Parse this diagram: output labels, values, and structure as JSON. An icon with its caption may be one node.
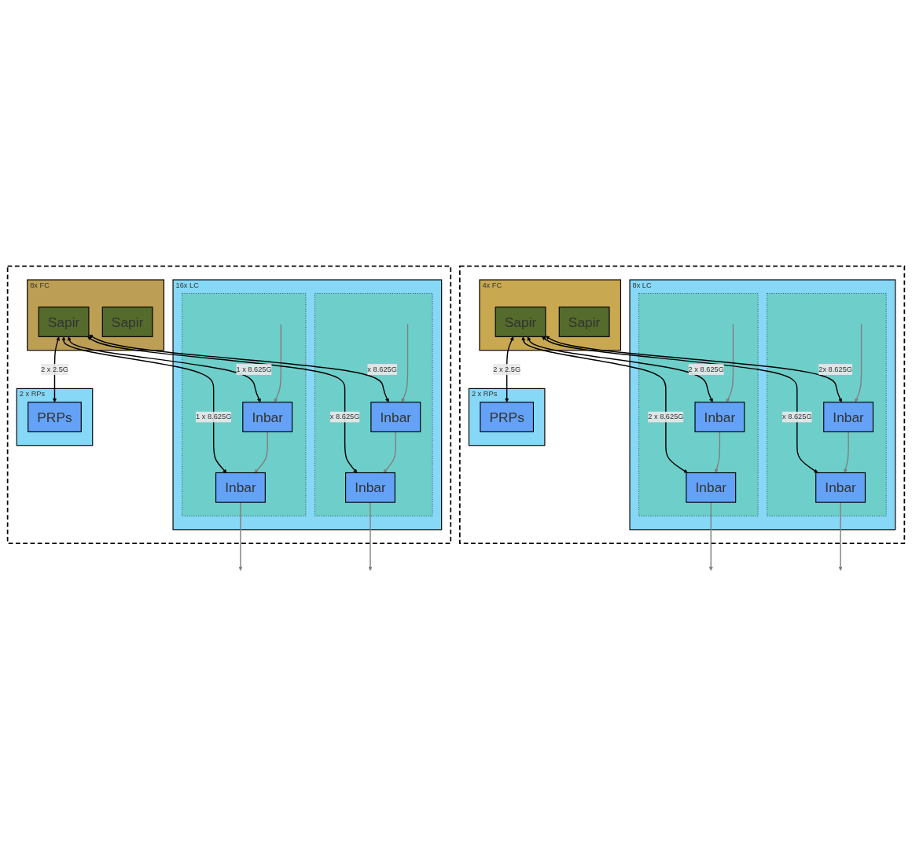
{
  "diagram": {
    "nodes": [
      {
        "text": [],
        "shape": "box"
      },
      {
        "text": [
          "16x LC"
        ],
        "in": 0
      },
      {
        "text": [],
        "shape": "box",
        "in": 1
      },
      {
        "text": [
          "Inbar"
        ],
        "in": 2
      },
      {
        "text": [
          "Inbar"
        ],
        "in": 2
      },
      {
        "text": [],
        "shape": "box",
        "in": 1
      },
      {
        "text": [
          "Inbar"
        ],
        "in": 5
      },
      {
        "text": [
          "Inbar"
        ],
        "in": 5
      },
      {
        "text": [
          "8x FC"
        ],
        "in": 0
      },
      {
        "text": [
          "Sapir"
        ],
        "in": 8
      },
      {
        "text": [
          "Sapir"
        ],
        "in": 8
      },
      {
        "text": [
          "2 x RPs"
        ],
        "in": 0
      },
      {
        "text": [
          "PRPs"
        ],
        "in": 11
      },
      {
        "text": [],
        "shape": "box"
      },
      {
        "text": [
          "8x LC"
        ],
        "in": 13
      },
      {
        "text": [],
        "shape": "box",
        "in": 14
      },
      {
        "text": [
          "Inbar"
        ],
        "in": 15
      },
      {
        "text": [
          "Inbar"
        ],
        "in": 15
      },
      {
        "text": [],
        "shape": "box",
        "in": 14
      },
      {
        "text": [
          "Inbar"
        ],
        "in": 18
      },
      {
        "text": [
          "Inbar"
        ],
        "in": 18
      },
      {
        "text": [
          "4x FC"
        ],
        "in": 13
      },
      {
        "text": [
          "Sapir"
        ],
        "in": 21
      },
      {
        "text": [
          "Sapir"
        ],
        "in": 21
      },
      {
        "text": [
          "2 x RPs"
        ],
        "in": 13
      },
      {
        "text": [
          "PRPs"
        ],
        "in": 24
      }
    ],
    "edges": [
      {
        "from": null,
        "to": 3,
        "arrow": "to",
        "color": "#808080"
      },
      {
        "from": 3,
        "to": 4,
        "arrow": "to",
        "color": "#808080"
      },
      {
        "from": 4,
        "to": null,
        "arrow": "to",
        "color": "#808080"
      },
      {
        "from": null,
        "to": 6,
        "arrow": "to",
        "color": "#808080"
      },
      {
        "from": 6,
        "to": 7,
        "arrow": "to",
        "color": "#808080"
      },
      {
        "from": 7,
        "to": null,
        "arrow": "to",
        "color": "#808080"
      },
      {
        "from": 3,
        "to": 9,
        "arrow": "both",
        "label": "x 8.625G",
        "color": "#000000"
      },
      {
        "from": 4,
        "to": 9,
        "arrow": "both",
        "label": "x 8.625G",
        "color": "#000000"
      },
      {
        "from": 6,
        "to": 9,
        "arrow": "both",
        "label": "1 x 8.625G",
        "color": "#000000"
      },
      {
        "from": 7,
        "to": 9,
        "arrow": "both",
        "label": "1 x 8.625G",
        "color": "#000000"
      },
      {
        "from": 12,
        "to": 9,
        "arrow": "both",
        "label": "2 x 2.5G",
        "color": "#000000"
      },
      {
        "from": null,
        "to": 16,
        "arrow": "to",
        "color": "#808080"
      },
      {
        "from": 16,
        "to": 17,
        "arrow": "to",
        "color": "#808080"
      },
      {
        "from": 17,
        "to": null,
        "arrow": "to",
        "color": "#808080"
      },
      {
        "from": null,
        "to": 19,
        "arrow": "to",
        "color": "#808080"
      },
      {
        "from": 19,
        "to": 20,
        "arrow": "to",
        "color": "#808080"
      },
      {
        "from": 20,
        "to": null,
        "arrow": "to",
        "color": "#808080"
      },
      {
        "from": 16,
        "to": 22,
        "arrow": "both",
        "label": "2x 8.625G",
        "color": "#000000"
      },
      {
        "from": 17,
        "to": 22,
        "arrow": "both",
        "label": "x 8.625G",
        "color": "#000000"
      },
      {
        "from": 19,
        "to": 22,
        "arrow": "both",
        "label": "2 x 8.625G",
        "color": "#000000"
      },
      {
        "from": 20,
        "to": 22,
        "arrow": "both",
        "label": "2 x 8.625G",
        "color": "#000000"
      },
      {
        "from": 25,
        "to": 22,
        "arrow": "both",
        "label": "2 x 2.5G",
        "color": "#000000"
      }
    ]
  }
}
